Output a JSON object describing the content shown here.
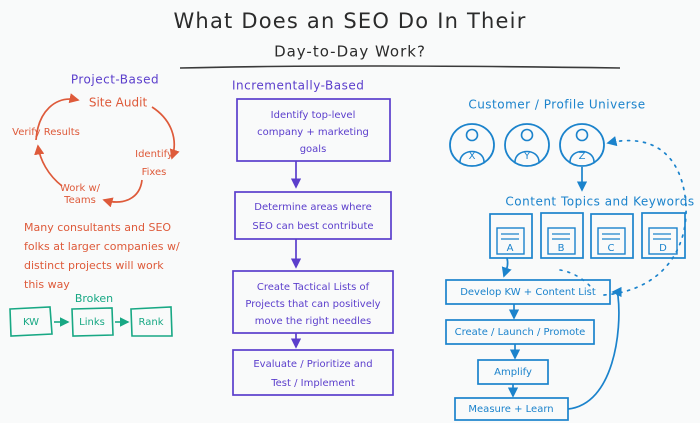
{
  "title": {
    "line1": "What Does an SEO Do In Their",
    "line2": "Day-to-Day Work?"
  },
  "sections": {
    "project_based": {
      "heading": "Project-Based",
      "color": "#5b3ecc",
      "cycle_color": "#de5a3a",
      "cycle_steps": [
        "Site Audit",
        "Identify",
        "Fixes",
        "Verify Results",
        "Work w/",
        "Teams"
      ],
      "note_lines": [
        "Many consultants and SEO",
        "folks at larger companies w/",
        "distinct projects will work",
        "this way"
      ],
      "broken_label": "Broken",
      "broken_color": "#18a884",
      "broken_boxes": [
        "KW",
        "Links",
        "Rank"
      ]
    },
    "incrementally_based": {
      "heading": "Incrementally-Based",
      "color": "#5b3ecc",
      "steps": [
        {
          "lines": [
            "Identify top-level",
            "company + marketing",
            "goals"
          ]
        },
        {
          "lines": [
            "Determine areas where",
            "SEO can best contribute"
          ]
        },
        {
          "lines": [
            "Create Tactical Lists of",
            "Projects that can positively",
            "move the right needles"
          ]
        },
        {
          "lines": [
            "Evaluate / Prioritize and",
            "Test / Implement"
          ]
        }
      ]
    },
    "customer_universe": {
      "heading": "Customer / Profile Universe",
      "color": "#1b83cc",
      "personas": [
        "X",
        "Y",
        "Z"
      ],
      "topics_heading": "Content Topics and Keywords",
      "topics": [
        "A",
        "B",
        "C",
        "D"
      ],
      "flow": [
        "Develop KW + Content List",
        "Create / Launch / Promote",
        "Amplify",
        "Measure + Learn"
      ]
    }
  }
}
